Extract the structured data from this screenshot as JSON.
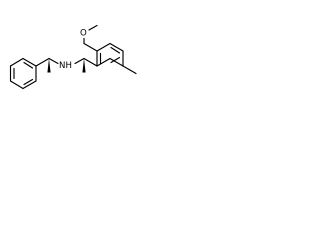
{
  "structure": {
    "atom_labels": {
      "oxygen": "O",
      "amine_n": "N",
      "amine_h": "H"
    },
    "colors": {
      "bonds": "#000000",
      "background": "#ffffff"
    }
  }
}
